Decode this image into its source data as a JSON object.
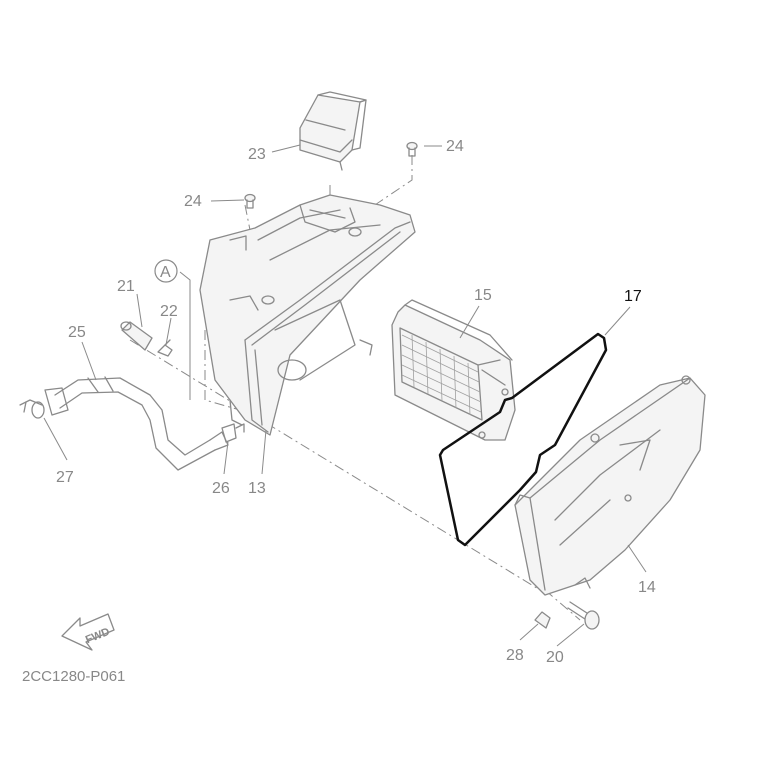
{
  "diagram": {
    "code": "2CC1280-P061",
    "fwd_arrow_label": "FWD",
    "circle_marker": "A",
    "highlighted_part": "17",
    "parts": [
      {
        "id": "13",
        "label": "13"
      },
      {
        "id": "14",
        "label": "14"
      },
      {
        "id": "15",
        "label": "15"
      },
      {
        "id": "17",
        "label": "17"
      },
      {
        "id": "20",
        "label": "20"
      },
      {
        "id": "21",
        "label": "21"
      },
      {
        "id": "22",
        "label": "22"
      },
      {
        "id": "23",
        "label": "23"
      },
      {
        "id": "24a",
        "label": "24"
      },
      {
        "id": "24b",
        "label": "24"
      },
      {
        "id": "25",
        "label": "25"
      },
      {
        "id": "26",
        "label": "26"
      },
      {
        "id": "27",
        "label": "27"
      },
      {
        "id": "28",
        "label": "28"
      }
    ]
  },
  "colors": {
    "line_gray": "#8a8a8a",
    "highlight": "#111111",
    "background": "#ffffff"
  }
}
